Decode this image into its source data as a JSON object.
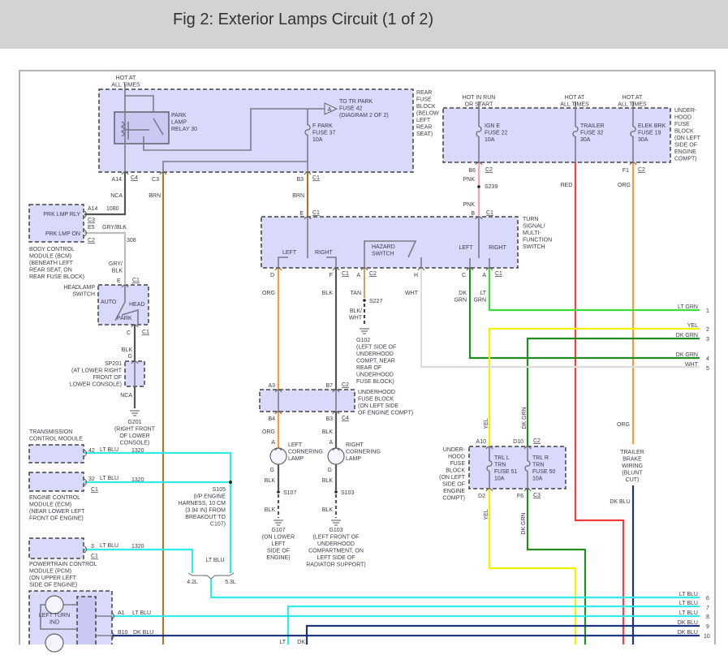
{
  "header": {
    "title": "Fig 2: Exterior Lamps Circuit (1 of 2)"
  },
  "wire_colors": {
    "BRN": "#a27a30",
    "BLK": "#555555",
    "GRY": "#bdbdbd",
    "PNK": "#ff9fb2",
    "RED": "#ff3b3b",
    "ORG": "#ff9a33",
    "LT GRN": "#3cdc3c",
    "DK GRN": "#228b22",
    "YEL": "#f2f200",
    "WHT": "#dcdcdc",
    "TAN": "#c7a766",
    "LT BLU": "#33eaea",
    "DK BLU": "#1d3582",
    "box_fill": "#d9d9fc"
  },
  "rear_fuse_block": {
    "hot": [
      "HOT AT",
      "ALL TIMES"
    ],
    "name": [
      "REAR",
      "FUSE",
      "BLOCK",
      "(BELOW",
      "LEFT",
      "REAR",
      "SEAT)"
    ],
    "relay": [
      "PARK",
      "LAMP",
      "RELAY 30"
    ],
    "to_tr_park": [
      "TO TR PARK",
      "FUSE 42",
      "(DIAGRAM 2 OF 2)"
    ],
    "marker": "A",
    "fuse": [
      "F PARK",
      "FUSE 37",
      "10A"
    ],
    "pin_a14": "A14",
    "conn_c4": "C4",
    "pin_c3": "C3",
    "pin_b3": "B3",
    "conn_c1": "C1",
    "wire_nca": "NCA",
    "wire_brn1": "BRN",
    "wire_brn2": "BRN"
  },
  "bcm": {
    "pin_a14": "A14",
    "circuit_1080": "1080",
    "prk_lmp_rly": "PRK LMP RLY",
    "conn_c3": "C3",
    "pin_e5": "E5",
    "wire_gry_blk": "GRY/BLK",
    "prk_lmp_on": "PRK LMP ON",
    "conn_c2": "C2",
    "circuit_308": "308",
    "name": [
      "BODY CONTROL",
      "MODULE (BCM)",
      "(BENEATH LEFT",
      "REAR SEAT, ON",
      "REAR FUSE BLOCK)"
    ]
  },
  "headlamp_switch": {
    "wire_in": [
      "GRY/",
      "BLK"
    ],
    "pin_e": "E",
    "conn_c1": "C1",
    "name": [
      "HEADLAMP",
      "SWITCH"
    ],
    "auto": "AUTO",
    "head": "HEAD",
    "park": "PARK",
    "pin_c": "C",
    "conn_c1b": "C1",
    "wire_blk": "BLK",
    "pin_g": "G",
    "sp201": [
      "SP201",
      "(AT LOWER RIGHT",
      "FRONT OF",
      "LOWER CONSOLE)"
    ],
    "wire_nca": "NCA",
    "g201": [
      "G201",
      "(RIGHT FRONT",
      "OF LOWER",
      "CONSOLE)"
    ]
  },
  "underhood_fuse_block": {
    "hot_run": [
      "HOT IN RUN",
      "OR START"
    ],
    "hot_trailer": [
      "HOT AT",
      "ALL TIMES"
    ],
    "hot_elek": [
      "HOT AT",
      "ALL TIMES"
    ],
    "name": [
      "UNDER-",
      "HOOD",
      "FUSE",
      "BLOCK",
      "(ON LEFT",
      "SIDE OF",
      "ENGINE",
      "COMPT)"
    ],
    "ign_fuse": [
      "IGN E",
      "FUSE 22",
      "10A"
    ],
    "trailer_fuse": [
      "TRAILER",
      "FUSE 32",
      "30A"
    ],
    "elek_fuse": [
      "ELEK BRK",
      "FUSE 19",
      "30A"
    ],
    "pin_b6": "B6",
    "conn_c2a": "C2",
    "pin_f1": "F1",
    "conn_c2b": "C2",
    "wire_pnk1": "PNK",
    "splice": "S239",
    "wire_pnk2": "PNK",
    "wire_red": "RED",
    "wire_org": "ORG"
  },
  "turn_signal_switch": {
    "pin_e": "E",
    "conn_e": "C1",
    "pin_b": "B",
    "conn_b": "C1",
    "name": [
      "TURN",
      "SIGNAL/",
      "MULTI-",
      "FUNCTION",
      "SWITCH"
    ],
    "left1": "LEFT",
    "right1": "RIGHT",
    "hazard": [
      "HAZARD",
      "SWITCH"
    ],
    "left2": "LEFT",
    "right2": "RIGHT",
    "pin_d": "D",
    "pin_f": "F",
    "conn_f": "C1",
    "pin_a": "A",
    "conn_a": "C2",
    "pin_h": "H",
    "pin_c2": "C",
    "pin_a2": "A",
    "conn_a2": "C1",
    "wire_org": "ORG",
    "wire_blk": "BLK",
    "wire_tan": "TAN",
    "wire_wht": "WHT",
    "wire_dkgrn": [
      "DK",
      "GRN"
    ],
    "wire_ltgrn": [
      "LT",
      "GRN"
    ],
    "s227": "S227",
    "wire_blkwht": [
      "BLK/",
      "WHT"
    ],
    "g102": [
      "G102",
      "(LEFT SIDE OF",
      "UNDERHOOD",
      "COMPT, NEAR",
      "REAR OF",
      "UNDERHOOD",
      "FUSE BLOCK)"
    ]
  },
  "underhood_fuse_block_mid": {
    "pin_a3": "A3",
    "pin_b7": "B7",
    "conn_c2": "C2",
    "name": [
      "UNDERHOOD",
      "FUSE BLOCK",
      "(ON LEFT SIDE",
      "OF ENGINE COMPT)"
    ],
    "pin_b4": "B4",
    "pin_b3": "B3",
    "conn_c4": "C4",
    "wire_org": "ORG",
    "wire_blk": "BLK"
  },
  "cornering_lamps": {
    "left": {
      "pin_a": "A",
      "name": [
        "LEFT",
        "CORNERING",
        "LAMP"
      ],
      "pin_g": "G",
      "wire1": "BLK",
      "splice": "S107",
      "wire2": "BLK",
      "ground": [
        "G107",
        "(ON LOWER",
        "LEFT",
        "SIDE OF",
        "ENGINE)"
      ]
    },
    "right": {
      "pin_a": "A",
      "name": [
        "RIGHT",
        "CORNERING",
        "LAMP"
      ],
      "pin_g": "G",
      "wire1": "BLK",
      "splice": "S103",
      "wire2": "BLK",
      "ground": [
        "G103",
        "(LEFT FRONT OF",
        "UNDERHOOD",
        "COMPARTMENT, ON",
        "LEFT SIDE OF",
        "RADIATOR SUPPORT)"
      ]
    }
  },
  "trailer_fuse_block": {
    "wire_yel": "YEL",
    "wire_dkgrn": "DK GRN",
    "pin_a10": "A10",
    "pin_d10": "D10",
    "conn_c2": "C2",
    "name": [
      "UNDER-",
      "HOOD",
      "FUSE",
      "BLOCK",
      "(ON LEFT",
      "SIDE OF",
      "ENGINE",
      "COMPT)"
    ],
    "fuse_l": [
      "TRL L",
      "TRN",
      "FUSE 51",
      "10A"
    ],
    "fuse_r": [
      "TRL R",
      "TRN",
      "FUSE 50",
      "10A"
    ],
    "pin_d2": "D2",
    "pin_f6": "F6",
    "conn_c3": "C3",
    "wire_yel2": "YEL",
    "wire_dkgrn2": "DK GRN"
  },
  "trailer_brake": {
    "wire_org": "ORG",
    "name": [
      "TRAILER",
      "BRAKE",
      "WIRING",
      "(BLUNT",
      "CUT)"
    ],
    "wire_dkblu": "DK BLU"
  },
  "modules": {
    "tcm": {
      "name": [
        "TRANSMISSION",
        "CONTROL MODULE"
      ],
      "pin": "42",
      "wire": "LT BLU",
      "circuit": "1320"
    },
    "ecm": {
      "pin": "32",
      "wire": "LT BLU",
      "circuit": "1320",
      "conn": "C1",
      "name": [
        "ENGINE CONTROL",
        "MODULE (ECM)",
        "(NEAR LOWER LEFT",
        "FRONT OF ENGINE)"
      ]
    },
    "pcm": {
      "pin": "3",
      "wire": "LT BLU",
      "circuit": "1320",
      "conn": "C1",
      "name": [
        "POWERTRAIN CONTROL",
        "MODULE (PCM)",
        "(ON UPPER LEFT",
        "SIDE OF ENGINE)"
      ]
    },
    "s105": [
      "S105",
      "(I/P ENGINE",
      "HARNESS, 10 CM",
      "(3.94 IN) FROM",
      "BREAKOUT TO",
      "C107)"
    ],
    "wire_ltblu": "LT BLU",
    "option_42": "4.2L",
    "option_53": "5.3L"
  },
  "turn_indicator": {
    "name": [
      "LEFT TURN",
      "IND"
    ],
    "pin_a1": "A1",
    "wire_a1": "LT BLU",
    "pin_b10": "B10",
    "wire_b10": "DK BLU",
    "lt": "LT",
    "dk": "DK"
  },
  "edge_wires": [
    {
      "color": "LT GRN",
      "num": "1"
    },
    {
      "color": "YEL",
      "num": "2"
    },
    {
      "color": "DK GRN",
      "num": "3"
    },
    {
      "color": "DK GRN",
      "num": "4"
    },
    {
      "color": "WHT",
      "num": "5"
    },
    {
      "color": "LT BLU",
      "num": "6"
    },
    {
      "color": "LT BLU",
      "num": "7"
    },
    {
      "color": "LT BLU",
      "num": "8"
    },
    {
      "color": "DK BLU",
      "num": "9"
    },
    {
      "color": "DK BLU",
      "num": "10"
    }
  ]
}
